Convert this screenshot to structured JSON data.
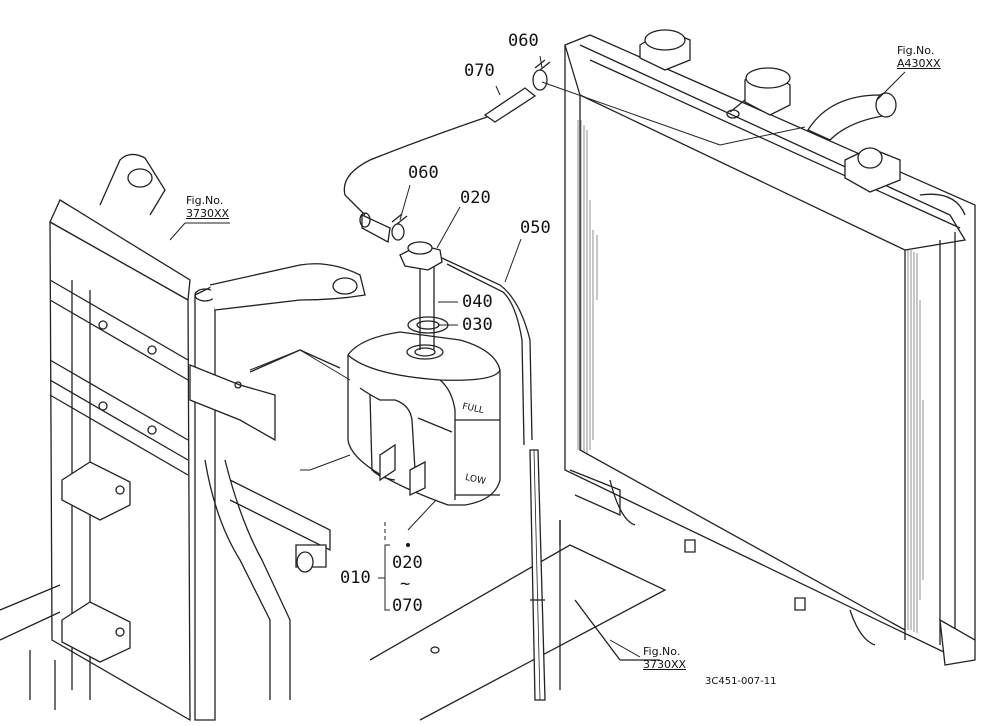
{
  "callouts": {
    "p060a": "060",
    "p070": "070",
    "p060b": "060",
    "p020": "020",
    "p050": "050",
    "p040": "040",
    "p030": "030",
    "p010": "010",
    "range_start": "020",
    "range_tilde": "~",
    "range_end": "070"
  },
  "fig_refs": {
    "top_right": {
      "prefix": "Fig.No.",
      "number": "A430XX"
    },
    "left": {
      "prefix": "Fig.No.",
      "number": "3730XX"
    },
    "bottom": {
      "prefix": "Fig.No.",
      "number": "3730XX"
    }
  },
  "tank_marks": {
    "full": "FULL",
    "low": "LOW"
  },
  "drawing_code": "3C451-007-11"
}
